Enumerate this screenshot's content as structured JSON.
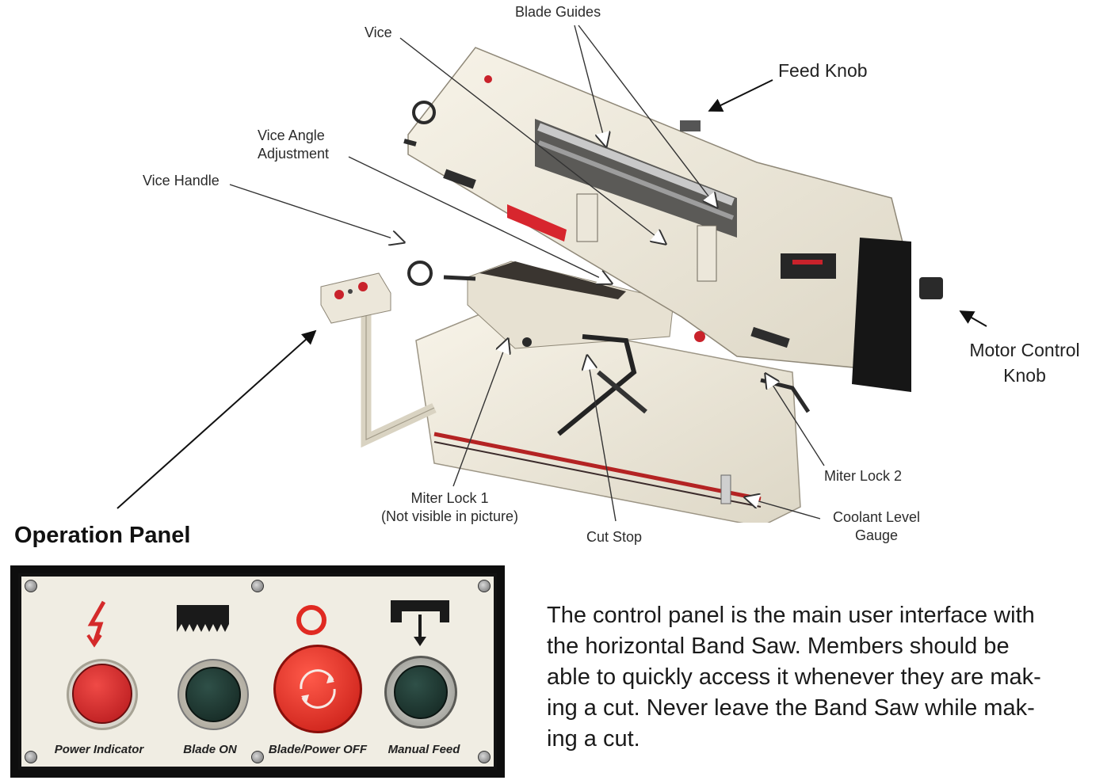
{
  "callouts": {
    "blade_guides": "Blade Guides",
    "vice": "Vice",
    "feed_knob": "Feed Knob",
    "vice_angle_line1": "Vice Angle",
    "vice_angle_line2": "Adjustment",
    "vice_handle": "Vice Handle",
    "motor_control_line1": "Motor Control",
    "motor_control_line2": "Knob",
    "miter_lock_1_line1": "Miter Lock 1",
    "miter_lock_1_line2": "(Not visible in picture)",
    "cut_stop": "Cut Stop",
    "miter_lock_2": "Miter Lock 2",
    "coolant_line1": "Coolant Level",
    "coolant_line2": "Gauge"
  },
  "operation_panel": {
    "title": "Operation Panel",
    "buttons": [
      {
        "label": "Power Indicator",
        "symbol": "lightning-icon",
        "color": "#d42a2a"
      },
      {
        "label": "Blade ON",
        "symbol": "saw-blade-icon",
        "color": "#1d3a33"
      },
      {
        "label": "Blade/Power OFF",
        "symbol": "off-circle-icon",
        "color": "#e02a22"
      },
      {
        "label": "Manual Feed",
        "symbol": "feed-arrow-icon",
        "color": "#1d3a33"
      }
    ]
  },
  "description": {
    "lines": [
      "The control panel is the main user interface with",
      "the horizontal Band Saw. Members should be",
      "able to quickly access it whenever they are mak-",
      "ing a cut. Never leave the Band Saw while mak-",
      "ing a cut."
    ]
  }
}
